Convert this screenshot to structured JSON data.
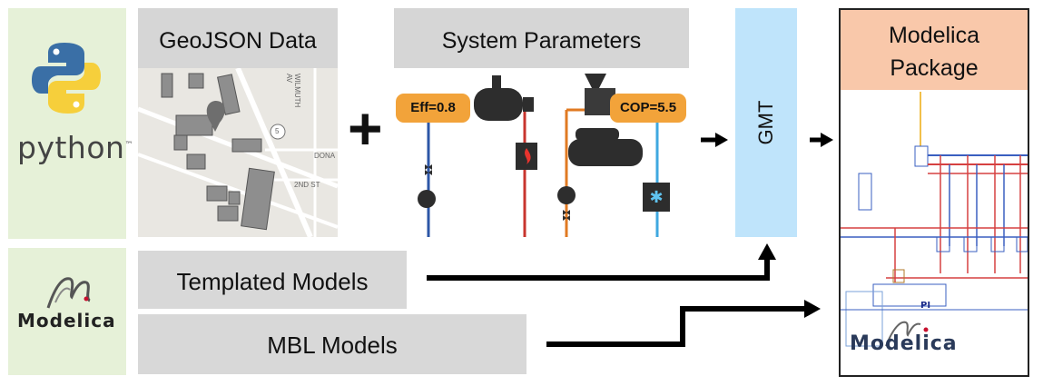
{
  "logos": {
    "python_text": "python",
    "python_tm": "™",
    "modelica_text": "Modelica"
  },
  "geojson": {
    "title": "GeoJSON Data",
    "map_labels": [
      "WILMUTH AV",
      "DONA",
      "2ND ST",
      "5"
    ]
  },
  "system": {
    "title": "System Parameters",
    "eff_label": "Eff=0.8",
    "cop_label": "COP=5.5"
  },
  "gmt": {
    "label": "GMT"
  },
  "package": {
    "title_line1": "Modelica",
    "title_line2": "Package",
    "logo_text": "Modelica"
  },
  "templated": {
    "label": "Templated Models"
  },
  "mbl": {
    "label": "MBL Models"
  },
  "plus_sign": "+",
  "colors": {
    "green_panel": "#e6f1d8",
    "grey_box": "#d8d8d8",
    "gmt_blue": "#bfe4fb",
    "package_header": "#f9c8aa",
    "bubble_orange": "#f2a33a"
  }
}
